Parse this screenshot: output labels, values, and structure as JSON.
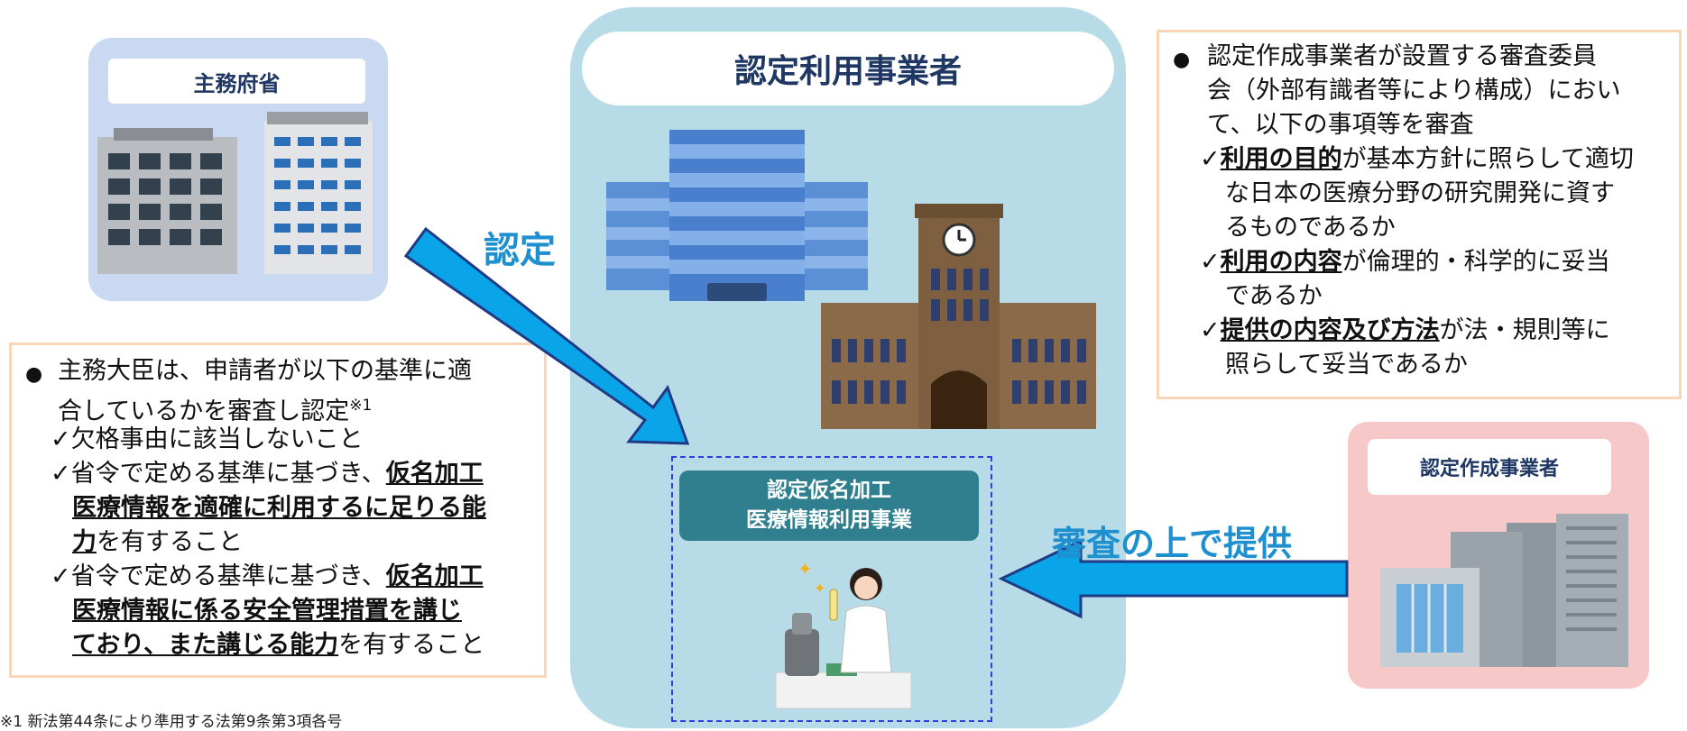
{
  "ministry": {
    "label": "主務府省"
  },
  "center": {
    "title": "認定利用事業者"
  },
  "business": {
    "label_line1": "認定仮名加工",
    "label_line2": "医療情報利用事業"
  },
  "creator": {
    "label": "認定作成事業者"
  },
  "arrows": {
    "certify_label": "認定",
    "provide_label": "審査の上で提供"
  },
  "review": {
    "bullet": "●",
    "intro_l1": "認定作成事業者が設置する審査委員",
    "intro_l2": "会（外部有識者等により構成）におい",
    "intro_l3": "て、以下の事項等を審査",
    "c1_bold": "利用の目的",
    "c1_rest": "が基本方針に照らして適切",
    "c1_l2": "な日本の医療分野の研究開発に資す",
    "c1_l3": "るものであるか",
    "c2_bold": "利用の内容",
    "c2_rest": "が倫理的・科学的に妥当",
    "c2_l2": "であるか",
    "c3_bold": "提供の内容及び方法",
    "c3_rest": "が法・規則等に",
    "c3_l2": "照らして妥当であるか"
  },
  "criteria": {
    "bullet": "●",
    "intro_l1": "主務大臣は、申請者が以下の基準に適",
    "intro_l2": "合しているかを審査し認定",
    "intro_sup": "※1",
    "i1": "欠格事由に該当しないこと",
    "i2_a": "省令で定める基準に基づき、",
    "i2_b1": "仮名加工",
    "i2_b2": "医療情報を適確に利用するに足りる能",
    "i2_b3": "力",
    "i2_rest": "を有すること",
    "i3_a": "省令で定める基準に基づき、",
    "i3_b1": "仮名加工",
    "i3_b2": "医療情報に係る安全管理措置を講じ",
    "i3_b3": "ており、また講じる能力",
    "i3_rest": "を有すること"
  },
  "checkmark": "✓",
  "footnote": "※1 新法第44条により準用する法第9条第3項各号",
  "colors": {
    "arrow": "#0aa5e8",
    "arrow_outline": "#1f3b86",
    "label_blue": "#1e8fcf",
    "accent_dark": "#1f3763"
  }
}
